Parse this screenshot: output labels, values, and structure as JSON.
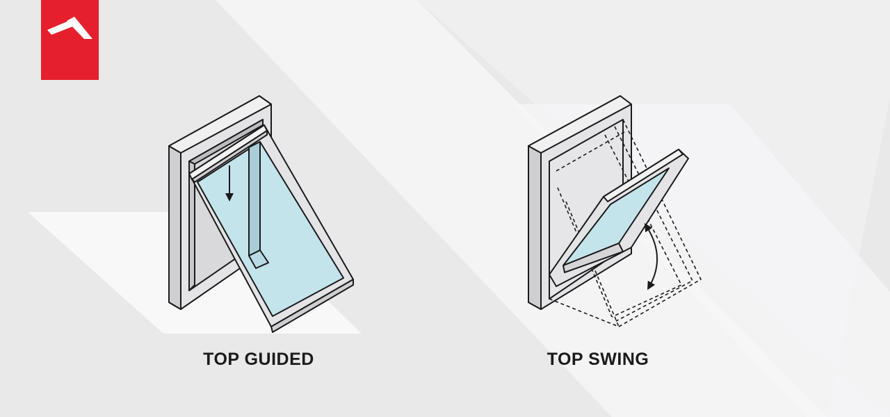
{
  "brand": {
    "logo_icon": "brand-logo-mark",
    "color": "#e51f2d"
  },
  "diagrams": [
    {
      "caption": "TOP GUIDED",
      "icon": "top-guided-window-icon"
    },
    {
      "caption": "TOP SWING",
      "icon": "top-swing-window-icon"
    }
  ],
  "colors": {
    "frame": "#e2e2e4",
    "glass": "#c4e4ec",
    "stroke": "#1a1a1a",
    "background": "#ececed"
  }
}
